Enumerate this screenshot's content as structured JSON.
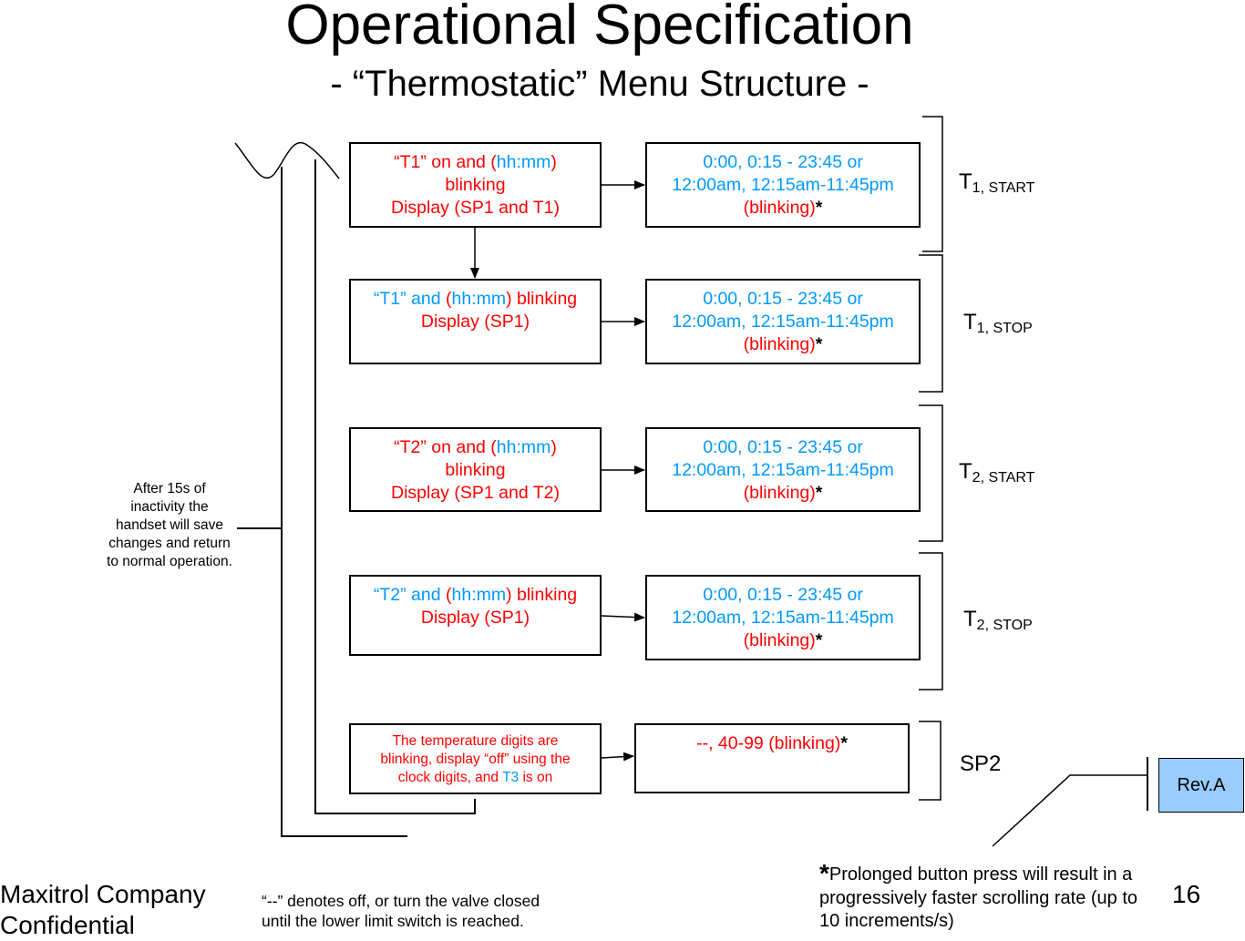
{
  "title": "Operational Specification",
  "subtitle": "- “Thermostatic” Menu Structure -",
  "rows": [
    {
      "left": [
        {
          "t": "“T1” on and (",
          "c": "red"
        },
        {
          "t": "hh:mm",
          "c": "blue"
        },
        {
          "t": ")",
          "c": "red"
        },
        {
          "t": "\n"
        },
        {
          "t": "blinking",
          "c": "red"
        },
        {
          "t": "\n"
        },
        {
          "t": "Display (SP1 and T1)",
          "c": "red"
        }
      ],
      "right": [
        {
          "t": "0:00, 0:15 - 23:45 or",
          "c": "blue"
        },
        {
          "t": "\n"
        },
        {
          "t": "12:00am, 12:15am-11:45pm",
          "c": "blue"
        },
        {
          "t": "\n"
        },
        {
          "t": "(blinking)",
          "c": "red"
        },
        {
          "t": "*",
          "c": "blk"
        }
      ],
      "label_main": "T",
      "label_sub": "1, START"
    },
    {
      "left": [
        {
          "t": "“T1” and ",
          "c": "blue"
        },
        {
          "t": "(",
          "c": "red"
        },
        {
          "t": "hh:mm",
          "c": "blue"
        },
        {
          "t": ") blinking",
          "c": "red"
        },
        {
          "t": "\n"
        },
        {
          "t": "Display (SP1)",
          "c": "red"
        }
      ],
      "right": [
        {
          "t": "0:00, 0:15 - 23:45 or",
          "c": "blue"
        },
        {
          "t": "\n"
        },
        {
          "t": "12:00am, 12:15am-11:45pm",
          "c": "blue"
        },
        {
          "t": "\n"
        },
        {
          "t": "(blinking)",
          "c": "red"
        },
        {
          "t": "*",
          "c": "blk"
        }
      ],
      "label_main": "T",
      "label_sub": "1, STOP"
    },
    {
      "left": [
        {
          "t": "“T2” on and (",
          "c": "red"
        },
        {
          "t": "hh:mm",
          "c": "blue"
        },
        {
          "t": ")",
          "c": "red"
        },
        {
          "t": "\n"
        },
        {
          "t": "blinking",
          "c": "red"
        },
        {
          "t": "\n"
        },
        {
          "t": "Display (SP1 and T2)",
          "c": "red"
        }
      ],
      "right": [
        {
          "t": "0:00, 0:15 - 23:45 or",
          "c": "blue"
        },
        {
          "t": "\n"
        },
        {
          "t": "12:00am, 12:15am-11:45pm",
          "c": "blue"
        },
        {
          "t": "\n"
        },
        {
          "t": "(blinking)",
          "c": "red"
        },
        {
          "t": "*",
          "c": "blk"
        }
      ],
      "label_main": "T",
      "label_sub": "2, START"
    },
    {
      "left": [
        {
          "t": "“T2” and ",
          "c": "blue"
        },
        {
          "t": "(",
          "c": "red"
        },
        {
          "t": "hh:mm",
          "c": "blue"
        },
        {
          "t": ") blinking",
          "c": "red"
        },
        {
          "t": "\n"
        },
        {
          "t": "Display (SP1)",
          "c": "red"
        }
      ],
      "right": [
        {
          "t": "0:00, 0:15 - 23:45 or",
          "c": "blue"
        },
        {
          "t": "\n"
        },
        {
          "t": "12:00am, 12:15am-11:45pm",
          "c": "blue"
        },
        {
          "t": "\n"
        },
        {
          "t": "(blinking)",
          "c": "red"
        },
        {
          "t": "*",
          "c": "blk"
        }
      ],
      "label_main": "T",
      "label_sub": "2, STOP"
    },
    {
      "left": [
        {
          "t": "The temperature digits are",
          "c": "red"
        },
        {
          "t": "\n"
        },
        {
          "t": "blinking, display “off” using the",
          "c": "red"
        },
        {
          "t": "\n"
        },
        {
          "t": "clock digits, and ",
          "c": "red"
        },
        {
          "t": "T3",
          "c": "blue"
        },
        {
          "t": " is on",
          "c": "red"
        }
      ],
      "right": [
        {
          "t": "--, 40-99 (blinking)",
          "c": "red"
        },
        {
          "t": "*",
          "c": "blk"
        }
      ],
      "label_main": "SP2",
      "label_sub": ""
    }
  ],
  "inactivity_note": "After 15s of\ninactivity the\nhandset will save\nchanges and return\nto normal operation.",
  "footer_company": "Maxitrol Company",
  "footer_confidential": "Confidential",
  "dash_note": "“--” denotes off, or turn the valve closed\nuntil the lower limit switch is reached.",
  "prolonged_star": "*",
  "prolonged_note": "Prolonged button press will result in a\nprogressively faster scrolling rate (up to\n10 increments/s)",
  "page_number": "16",
  "revision": "Rev.A",
  "colors": {
    "red": "#ff0000",
    "blue": "#0099ff",
    "rev_fill": "#99ccff"
  }
}
